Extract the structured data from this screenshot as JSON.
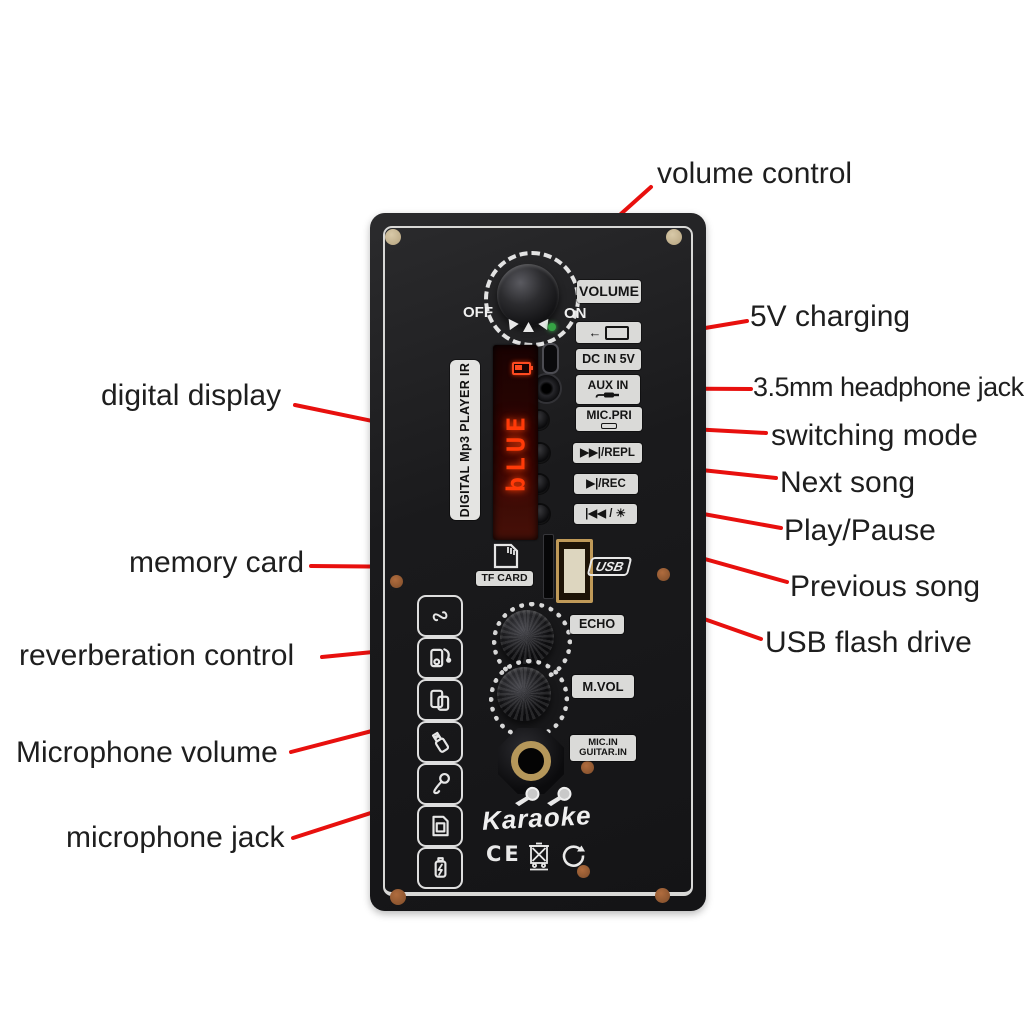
{
  "colors": {
    "callout_red": "#e8100e",
    "panel_black": "#1a1a1c",
    "silkscreen_white": "#dedede",
    "plate_bg": "#dadad8",
    "display_red": "#ff3a08",
    "usb_gold": "#c09a58",
    "copper_pad": "#9a5c34",
    "background": "#ffffff"
  },
  "annotations": {
    "volume_control": "volume control",
    "charging_5v": "5V charging",
    "headphone_jack": "3.5mm headphone jack",
    "switching_mode": "switching mode",
    "next_song": "Next song",
    "play_pause": "Play/Pause",
    "previous_song": "Previous song",
    "usb_flash_drive": "USB flash drive",
    "digital_display": "digital display",
    "memory_card": "memory card",
    "reverberation_control": "reverberation control",
    "microphone_volume": "Microphone volume",
    "microphone_jack": "microphone jack"
  },
  "board": {
    "side_label": "DIGITAL Mp3 PLAYER IR",
    "display_value": "bLUE",
    "power_dial": {
      "off": "OFF",
      "on": "ON"
    },
    "plates": {
      "volume": "VOLUME",
      "usb_arrow": "←",
      "dc_in": "DC IN 5V",
      "aux_in": "AUX IN",
      "mic_pri": "MIC.PRI",
      "next_repl": "▶▶|/REPL",
      "play_rec": "▶|/REC",
      "prev_light": "|◀◀ / ☀",
      "tf_card": "TF CARD",
      "usb_logo": "USB",
      "echo": "ECHO",
      "m_vol": "M.VOL",
      "mic_in": "MIC.IN",
      "guitar_in": "GUITAR.IN"
    },
    "brand": "Karaoke",
    "cert_ce": "CE"
  },
  "icons": {
    "left_column": [
      "bluetooth-link-icon",
      "mp3-player-earphones-icon",
      "phone-tablet-icon",
      "usb-flash-drive-icon",
      "microphone-icon",
      "memory-card-icon",
      "battery-charging-icon"
    ],
    "other": [
      "micro-sd-icon",
      "usb-plug-icon",
      "aux-plug-icon",
      "mic-priority-icon",
      "battery-level-icon",
      "usb-logo",
      "microphone-logo-icons",
      "weee-bin-icon",
      "recycle-icon"
    ]
  }
}
